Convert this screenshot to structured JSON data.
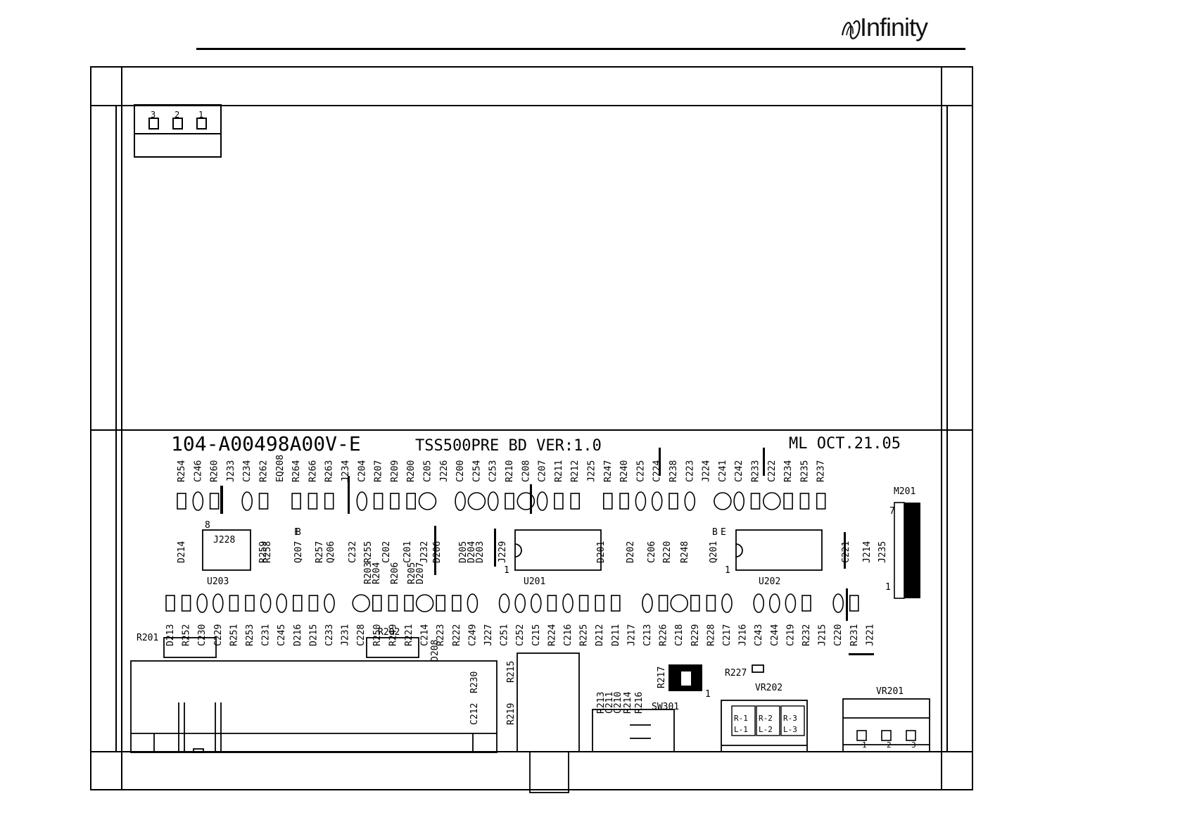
{
  "header": {
    "brand": "Infinity"
  },
  "board": {
    "part_number": "104-A00498A00V-E",
    "board_name": "TSS500PRE BD VER:1.0",
    "author_date": "ML OCT.21.05"
  },
  "connector_top": {
    "pins": [
      "3",
      "2",
      "1"
    ]
  },
  "labels": {
    "row1": [
      "R254",
      "C246",
      "R260",
      "J233",
      "C234",
      "R262",
      "EQ208",
      "R264",
      "R266",
      "R263",
      "J234",
      "C204",
      "R207",
      "R209",
      "R200",
      "C205",
      "J226",
      "C200",
      "C254",
      "C253",
      "R210",
      "C208",
      "C207",
      "R211",
      "R212",
      "J225",
      "R247",
      "R240",
      "C225",
      "C224",
      "R238",
      "C223",
      "J224",
      "C241",
      "C242",
      "R233",
      "C222",
      "R234",
      "R235",
      "R237"
    ],
    "row2": [
      "D214",
      "J228",
      "8",
      "R259",
      "R258",
      "E",
      "Q207",
      "B",
      "R257",
      "Q206",
      "C232",
      "R255",
      "C202",
      "C201",
      "D206",
      "D205",
      "D204",
      "D203",
      "J229",
      "D201",
      "D202",
      "C206",
      "R220",
      "R248",
      "B",
      "Q201",
      "E",
      "C221",
      "J214",
      "J235",
      "M201",
      "7",
      "1"
    ],
    "row3": [
      "U203",
      "R203",
      "R204",
      "R206",
      "R205",
      "D207",
      "J232",
      "U201",
      "1",
      "U202",
      "1"
    ],
    "row4": [
      "D213",
      "R252",
      "C230",
      "C229",
      "R251",
      "R253",
      "C231",
      "C245",
      "D216",
      "D215",
      "C233",
      "J231",
      "C228",
      "R250",
      "R249",
      "R221",
      "C214",
      "R223",
      "R222",
      "C249",
      "J227",
      "C251",
      "C252",
      "C215",
      "R224",
      "C216",
      "R225",
      "D212",
      "D211",
      "J217",
      "C213",
      "R226",
      "C218",
      "R229",
      "R228",
      "C217",
      "J216",
      "C243",
      "C244",
      "C219",
      "R232",
      "J215",
      "C220",
      "R231",
      "J221"
    ],
    "bottom": [
      "R201",
      "R202",
      "D208",
      "R230",
      "R215",
      "C212",
      "R219",
      "R213",
      "C211",
      "C210",
      "R214",
      "R216",
      "R217",
      "SW301",
      "1",
      "R227",
      "VR202",
      "VR201"
    ],
    "vr202_cells": [
      "R-1",
      "R-2",
      "R-3",
      "L-1",
      "L-2",
      "L-3"
    ],
    "vr201_pins": [
      "1",
      "2",
      "3"
    ]
  }
}
